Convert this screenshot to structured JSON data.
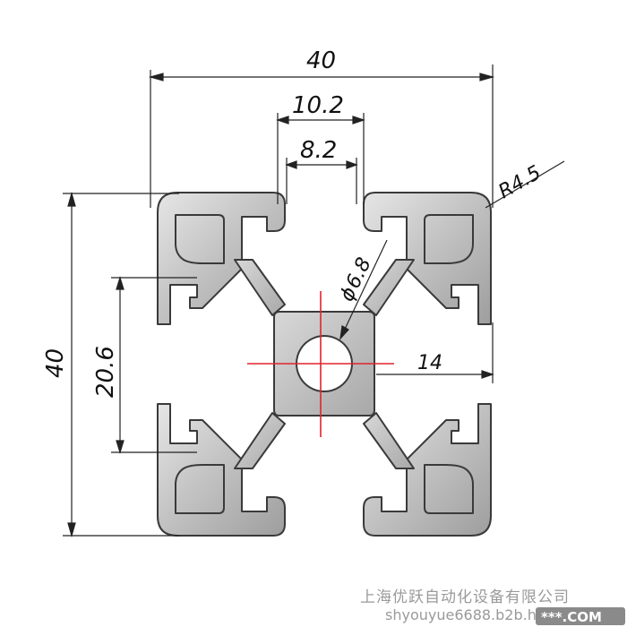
{
  "drawing": {
    "dimensions": {
      "overall_width": "40",
      "slot_opening": "10.2",
      "slot_inner": "8.2",
      "corner_radius": "R4.5",
      "center_hole": "6.8",
      "side_offset": "14",
      "overall_height": "40",
      "inner_height": "20.6"
    },
    "diameter_symbol": "ϕ"
  },
  "watermark": {
    "company": "上海优跃自动化设备有限公司",
    "url": "shyouyue6688.b2b.hc360.com",
    "badge": "***.COM"
  },
  "colors": {
    "profile_fill": "#c8c8c8",
    "profile_stroke": "#3a3a3a",
    "dimension_line": "#222222",
    "center_mark": "#e0242a"
  }
}
